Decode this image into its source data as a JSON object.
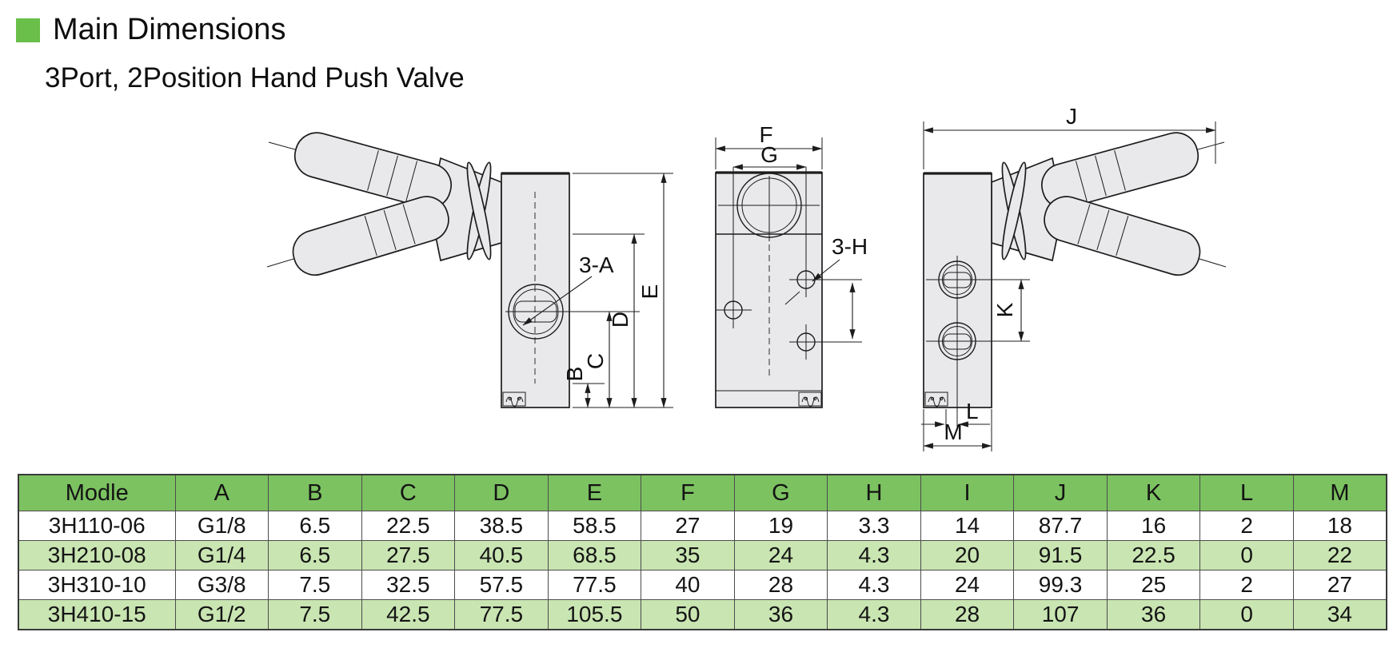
{
  "page": {
    "title": "Main Dimensions",
    "subtitle": "3Port, 2Position Hand Push Valve"
  },
  "colors": {
    "accent_green": "#6abe4a",
    "table_header_green": "#7cc261",
    "table_row_alt_green": "#c9e5b2",
    "drawing_fill": "#e9e9ec",
    "line_ink": "#1c1c1c"
  },
  "diagrams": {
    "left_view": {
      "port_label": "3-A",
      "dim_b": "B",
      "dim_c": "C",
      "dim_d": "D",
      "dim_e": "E"
    },
    "front_view": {
      "port_label": "3-H",
      "dim_f": "F",
      "dim_g": "G"
    },
    "right_view": {
      "dim_j": "J",
      "dim_k": "K",
      "dim_l": "L",
      "dim_m": "M"
    }
  },
  "table": {
    "headers": [
      "Modle",
      "A",
      "B",
      "C",
      "D",
      "E",
      "F",
      "G",
      "H",
      "I",
      "J",
      "K",
      "L",
      "M"
    ],
    "rows": [
      [
        "3H110-06",
        "G1/8",
        "6.5",
        "22.5",
        "38.5",
        "58.5",
        "27",
        "19",
        "3.3",
        "14",
        "87.7",
        "16",
        "2",
        "18"
      ],
      [
        "3H210-08",
        "G1/4",
        "6.5",
        "27.5",
        "40.5",
        "68.5",
        "35",
        "24",
        "4.3",
        "20",
        "91.5",
        "22.5",
        "0",
        "22"
      ],
      [
        "3H310-10",
        "G3/8",
        "7.5",
        "32.5",
        "57.5",
        "77.5",
        "40",
        "28",
        "4.3",
        "24",
        "99.3",
        "25",
        "2",
        "27"
      ],
      [
        "3H410-15",
        "G1/2",
        "7.5",
        "42.5",
        "77.5",
        "105.5",
        "50",
        "36",
        "4.3",
        "28",
        "107",
        "36",
        "0",
        "34"
      ]
    ]
  }
}
